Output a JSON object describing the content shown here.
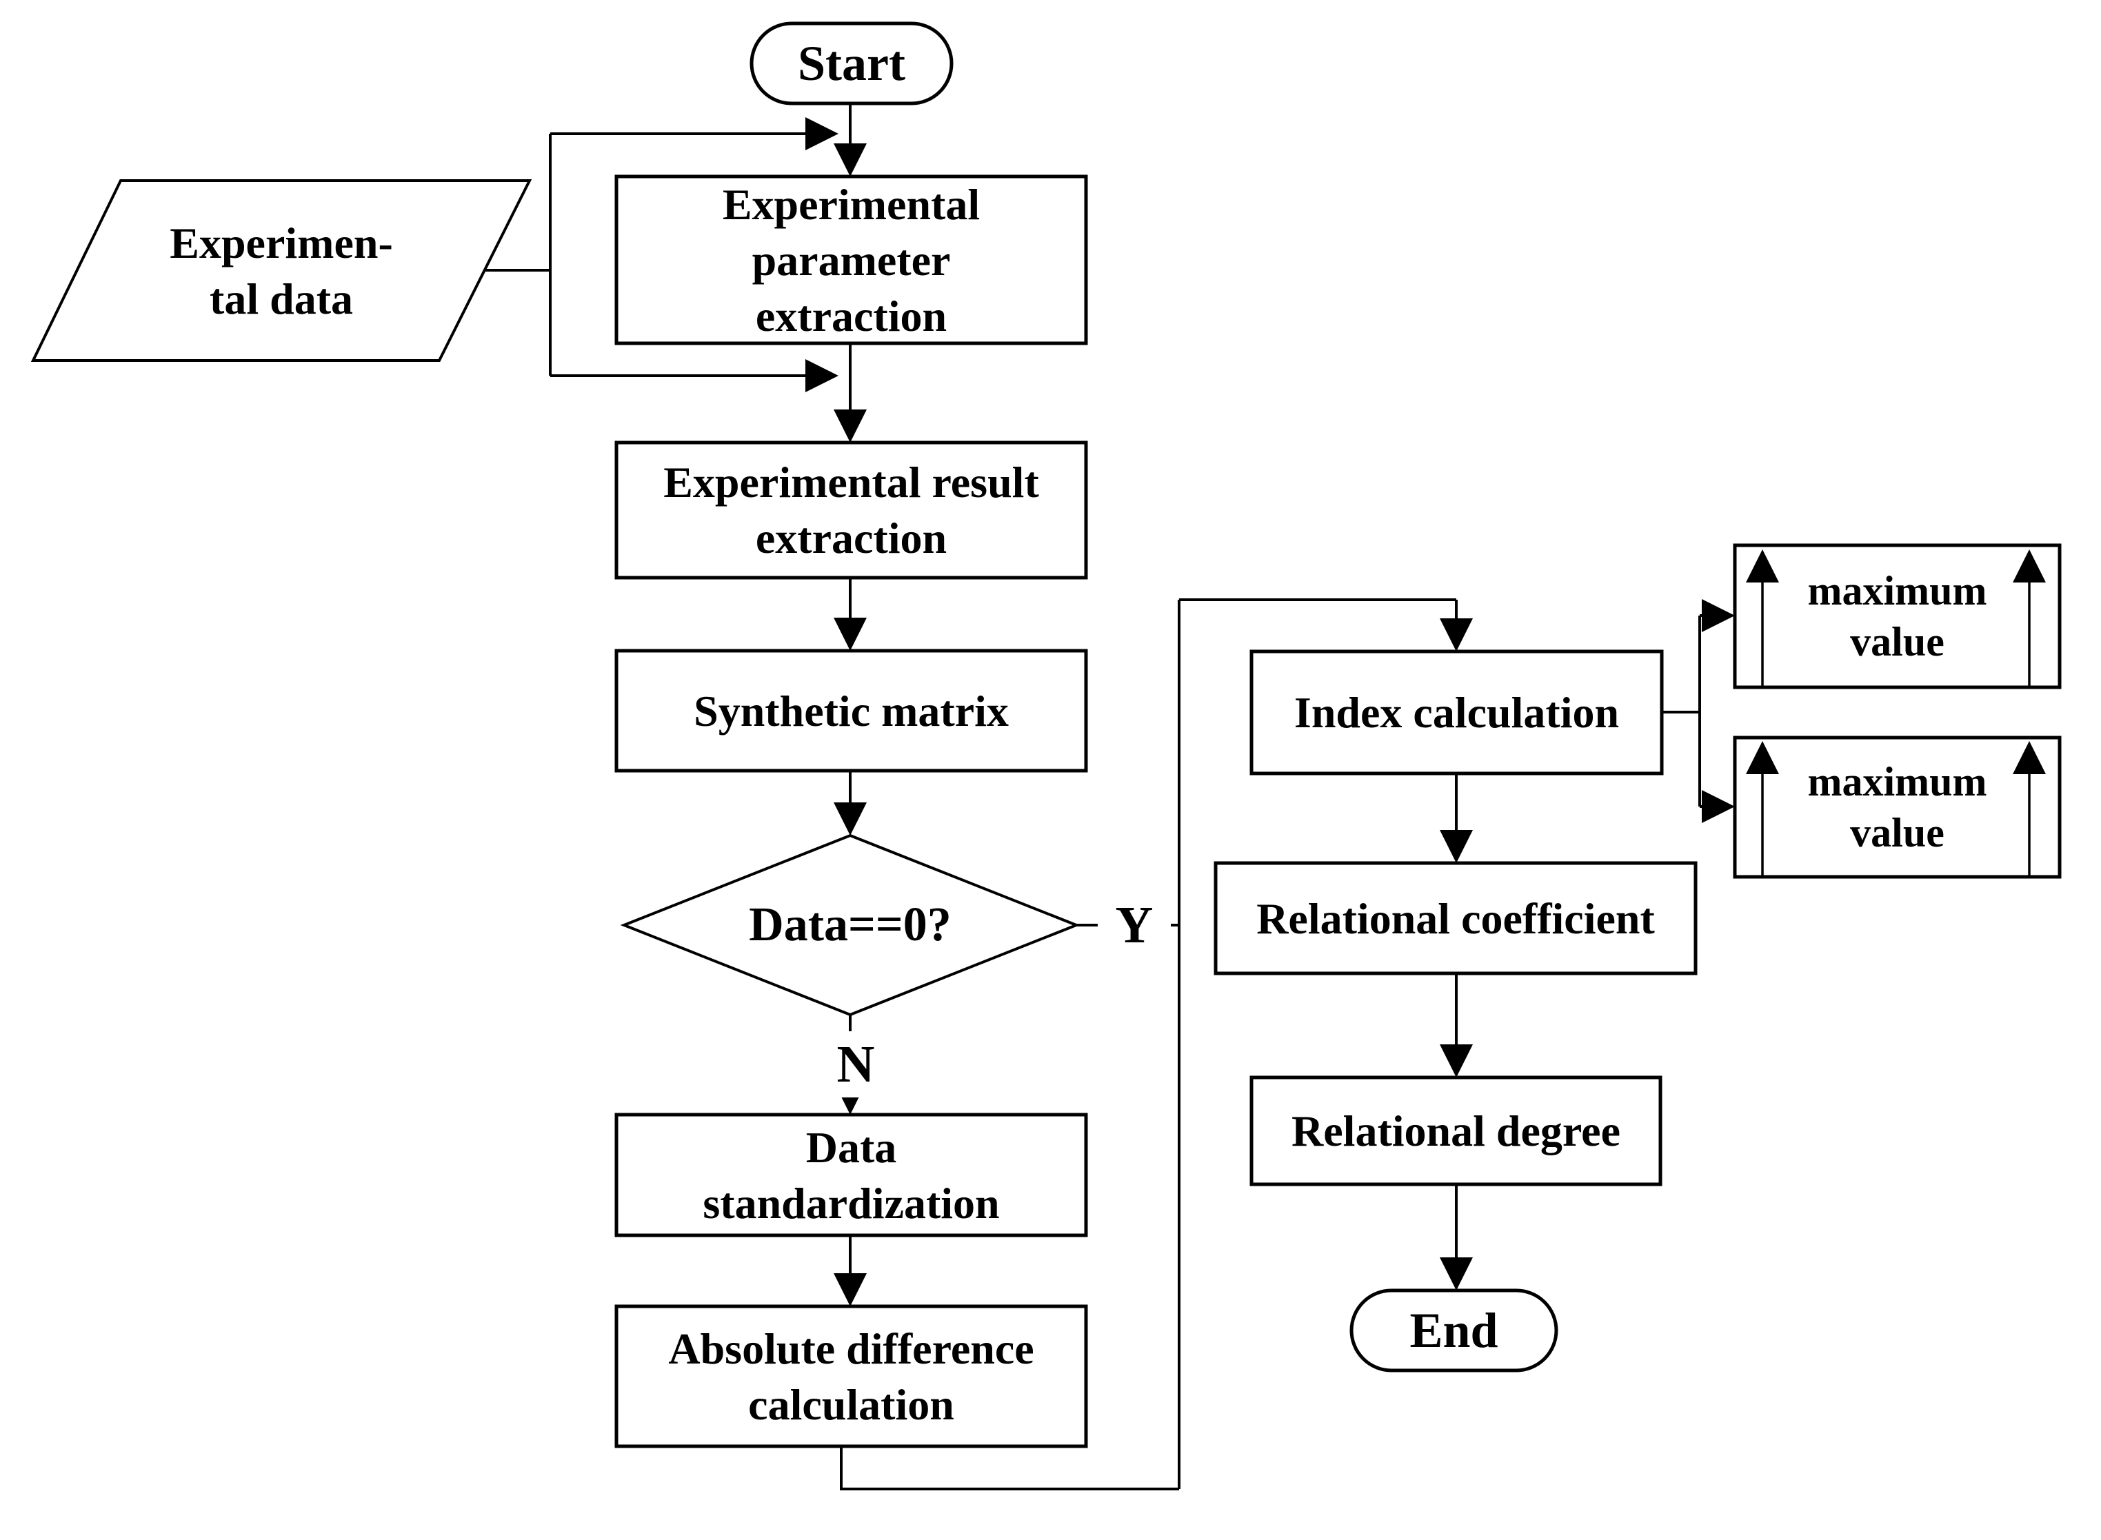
{
  "diagram": {
    "background_color": "#ffffff",
    "stroke_color": "#000000",
    "nodes": {
      "start": {
        "type": "terminator",
        "label": "Start"
      },
      "experimental_data": {
        "type": "data-parallelogram",
        "lines": [
          "Experimen-",
          "tal data"
        ]
      },
      "param_extraction": {
        "type": "process",
        "lines": [
          "Experimental",
          "parameter",
          "extraction"
        ]
      },
      "result_extraction": {
        "type": "process",
        "lines": [
          "Experimental result",
          "extraction"
        ]
      },
      "synthetic_matrix": {
        "type": "process",
        "label": "Synthetic matrix"
      },
      "data_zero_check": {
        "type": "decision",
        "label": "Data==0?"
      },
      "data_standardization": {
        "type": "process",
        "lines": [
          "Data",
          "standardization"
        ]
      },
      "absolute_difference": {
        "type": "process",
        "lines": [
          "Absolute difference",
          "calculation"
        ]
      },
      "index_calculation": {
        "type": "process",
        "label": "Index calculation"
      },
      "maximum_value_1": {
        "type": "process",
        "lines": [
          "maximum",
          "value"
        ]
      },
      "maximum_value_2": {
        "type": "process",
        "lines": [
          "maximum",
          "value"
        ]
      },
      "relational_coefficient": {
        "type": "process",
        "label": "Relational coefficient"
      },
      "relational_degree": {
        "type": "process",
        "label": "Relational degree"
      },
      "end": {
        "type": "terminator",
        "label": "End"
      }
    },
    "edge_labels": {
      "yes": "Y",
      "no": "N"
    },
    "edges": [
      {
        "from": "start",
        "to": "param_extraction"
      },
      {
        "from": "experimental_data",
        "to": "param_extraction"
      },
      {
        "from": "experimental_data",
        "to": "result_extraction"
      },
      {
        "from": "param_extraction",
        "to": "result_extraction"
      },
      {
        "from": "result_extraction",
        "to": "synthetic_matrix"
      },
      {
        "from": "synthetic_matrix",
        "to": "data_zero_check"
      },
      {
        "from": "data_zero_check",
        "to": "index_calculation",
        "label": "Y"
      },
      {
        "from": "data_zero_check",
        "to": "data_standardization",
        "label": "N"
      },
      {
        "from": "data_standardization",
        "to": "absolute_difference"
      },
      {
        "from": "absolute_difference",
        "to": "index_calculation"
      },
      {
        "from": "index_calculation",
        "to": "maximum_value_1"
      },
      {
        "from": "index_calculation",
        "to": "maximum_value_2"
      },
      {
        "from": "index_calculation",
        "to": "relational_coefficient"
      },
      {
        "from": "relational_coefficient",
        "to": "relational_degree"
      },
      {
        "from": "relational_degree",
        "to": "end"
      }
    ]
  }
}
